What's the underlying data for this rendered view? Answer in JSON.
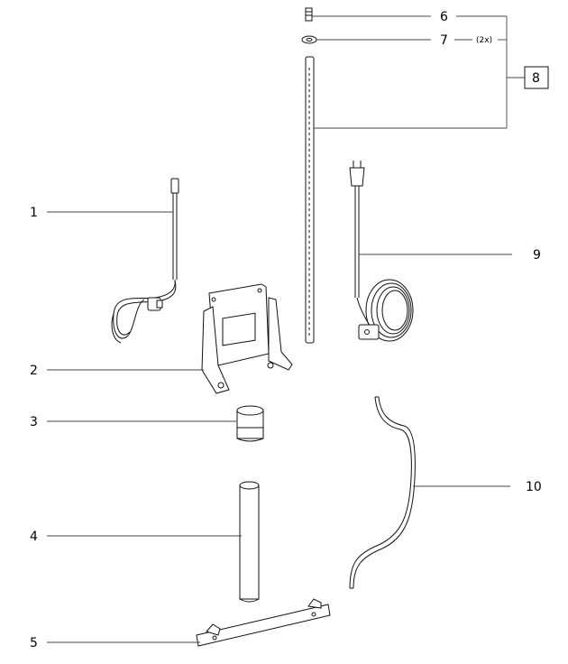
{
  "callouts": [
    {
      "id": "c1",
      "label": "1"
    },
    {
      "id": "c2",
      "label": "2"
    },
    {
      "id": "c3",
      "label": "3"
    },
    {
      "id": "c4",
      "label": "4"
    },
    {
      "id": "c5",
      "label": "5"
    },
    {
      "id": "c6",
      "label": "6"
    },
    {
      "id": "c7",
      "label": "7"
    },
    {
      "id": "c8",
      "label": "8"
    },
    {
      "id": "c9",
      "label": "9"
    },
    {
      "id": "c10",
      "label": "10"
    }
  ],
  "quantity_note": "(2x)",
  "colors": {
    "ink": "#111111",
    "leader": "#444444",
    "background": "#ffffff"
  }
}
